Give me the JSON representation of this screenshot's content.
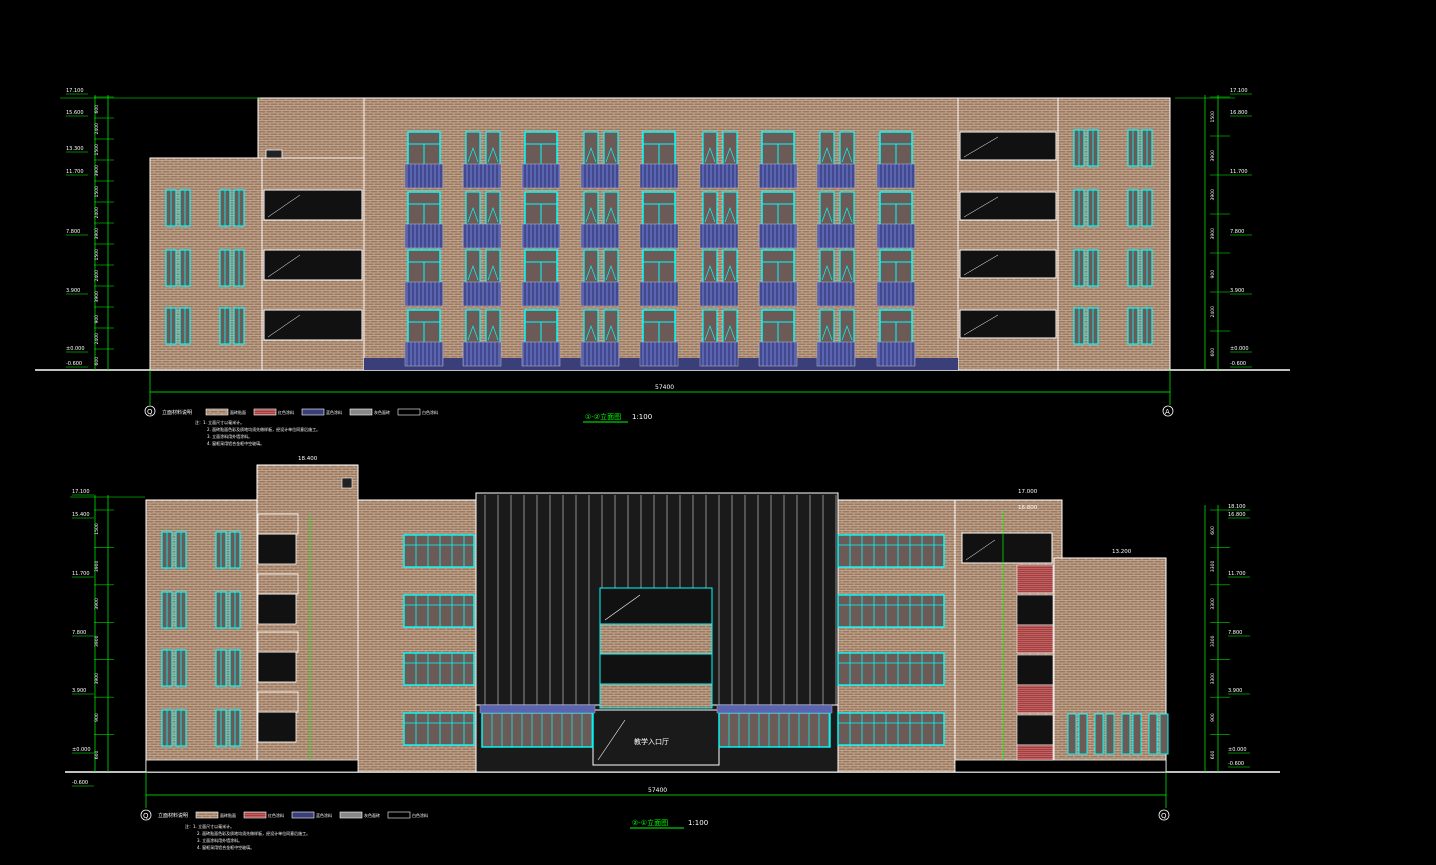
{
  "colors": {
    "background": "#000000",
    "dim_green": "#00ff00",
    "wall_brick": "#a07b60",
    "wall_dark": "#7a5c4c",
    "window_cyan": "#00ffff",
    "balcony_blue": "#6070c0",
    "line_white": "#ffffff",
    "roof_red": "#ff3030",
    "title_green": "#00ff00"
  },
  "top_elevation": {
    "title": "①-②立面图",
    "scale": "1:100",
    "overall_dim": "57400",
    "axis_left": "Q",
    "axis_right": "A",
    "left_levels": [
      "17.100",
      "15.600",
      "13.300",
      "11.700",
      "7.800",
      "3.900",
      "±0.000",
      "-0.600"
    ],
    "left_dims": [
      "600",
      "2400",
      "1500",
      "3900",
      "1500",
      "2400",
      "3900",
      "1500",
      "2400",
      "3900",
      "900",
      "2400",
      "600"
    ],
    "right_levels": [
      "17.100",
      "16.800",
      "11.700",
      "7.800",
      "3.900",
      "±0.000",
      "-0.600"
    ],
    "right_dims": [
      "1500",
      "3900",
      "3900",
      "3900",
      "900",
      "2400",
      "600"
    ],
    "legend_label": "立面材料说明",
    "legend_items": [
      "面砖贴面",
      "红色涂料",
      "蓝色涂料",
      "灰色面砖",
      "白色涂料"
    ],
    "notes": [
      "注：1. 立面尺寸以毫米计。",
      "2. 面砖贴面色彩及质地均须先做样板，经设计单位同意后施工。",
      "3. 立面涂料用外墙涂料。",
      "4. 窗框采用铝合金框中空玻璃。"
    ]
  },
  "bottom_elevation": {
    "title": "②-①立面图",
    "scale": "1:100",
    "overall_dim": "57400",
    "axis_left": "Q",
    "axis_right": "Q",
    "entrance_label": "教学入口厅",
    "top_level_left": "18.400",
    "top_level_mid": "17.000",
    "top_level_mid2": "16.800",
    "right_block_level": "13.200",
    "left_levels": [
      "17.100",
      "15.400",
      "11.700",
      "7.800",
      "3.900",
      "±0.000",
      "-0.600"
    ],
    "left_dims": [
      "1500",
      "3900",
      "3900",
      "3900",
      "3900",
      "900",
      "600"
    ],
    "right_levels": [
      "18.100",
      "16.800",
      "11.700",
      "7.800",
      "3.900",
      "±0.000",
      "-0.600"
    ],
    "right_dims": [
      "600",
      "3300",
      "3300",
      "3300",
      "3300",
      "900",
      "600"
    ],
    "legend_label": "立面材料说明",
    "legend_items": [
      "面砖贴面",
      "红色涂料",
      "蓝色涂料",
      "灰色面砖",
      "白色涂料"
    ],
    "notes": [
      "注：1. 立面尺寸以毫米计。",
      "2. 面砖贴面色彩及质地均须先做样板，经设计单位同意后施工。",
      "3. 立面涂料用外墙涂料。",
      "4. 窗框采用铝合金框中空玻璃。"
    ]
  }
}
